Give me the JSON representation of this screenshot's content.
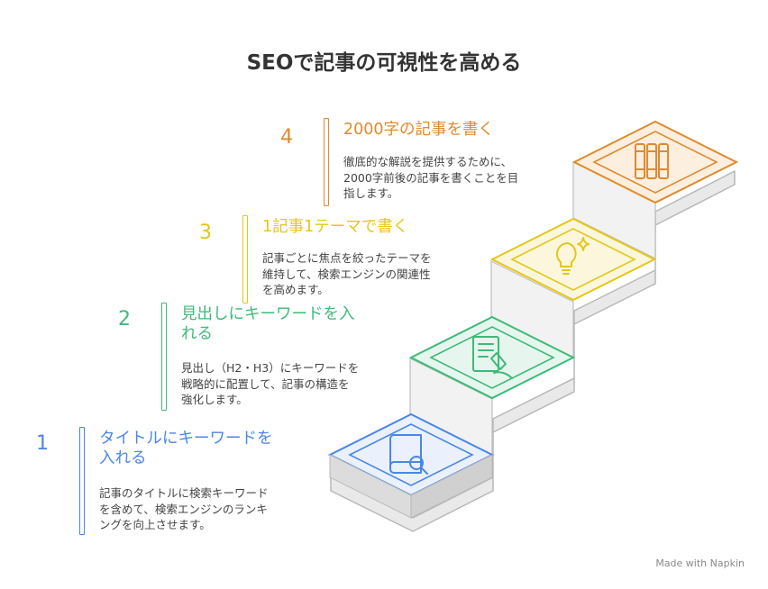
{
  "title": "SEOで記事の可視性を高める",
  "steps": [
    {
      "number": "1",
      "heading": "タイトルにキーワードを入れる",
      "heading_lines": [
        "タイトルにキーワードを",
        "入れる"
      ],
      "description_lines": [
        "記事のタイトルに検索キーワード",
        "を含めて、検索エンジンのランキ",
        "ングを向上させます。"
      ],
      "color": "#4a86e8"
    },
    {
      "number": "2",
      "heading": "見出しにキーワードを入れる",
      "heading_lines": [
        "見出しにキーワードを入",
        "れる"
      ],
      "description_lines": [
        "見出し（H2・H3）にキーワードを",
        "戦略的に配置して、記事の構造を",
        "強化します。"
      ],
      "color": "#3dba78"
    },
    {
      "number": "3",
      "heading": "1記事1テーマで書く",
      "heading_lines": [
        "1記事1テーマで書く"
      ],
      "description_lines": [
        "記事ごとに焦点を絞ったテーマを",
        "維持して、検索エンジンの関連性",
        "を高めます。"
      ],
      "color": "#e6c619"
    },
    {
      "number": "4",
      "heading": "2000字の記事を書く",
      "heading_lines": [
        "2000字の記事を書く"
      ],
      "description_lines": [
        "徹底的な解説を提供するために、",
        "2000字前後の記事を書くことを目",
        "指します。"
      ],
      "color": "#e08a2e"
    }
  ],
  "icons": [
    "book-search-icon",
    "document-pen-icon",
    "lightbulb-sparkle-icon",
    "books-icon"
  ],
  "watermark": "Made with Napkin"
}
